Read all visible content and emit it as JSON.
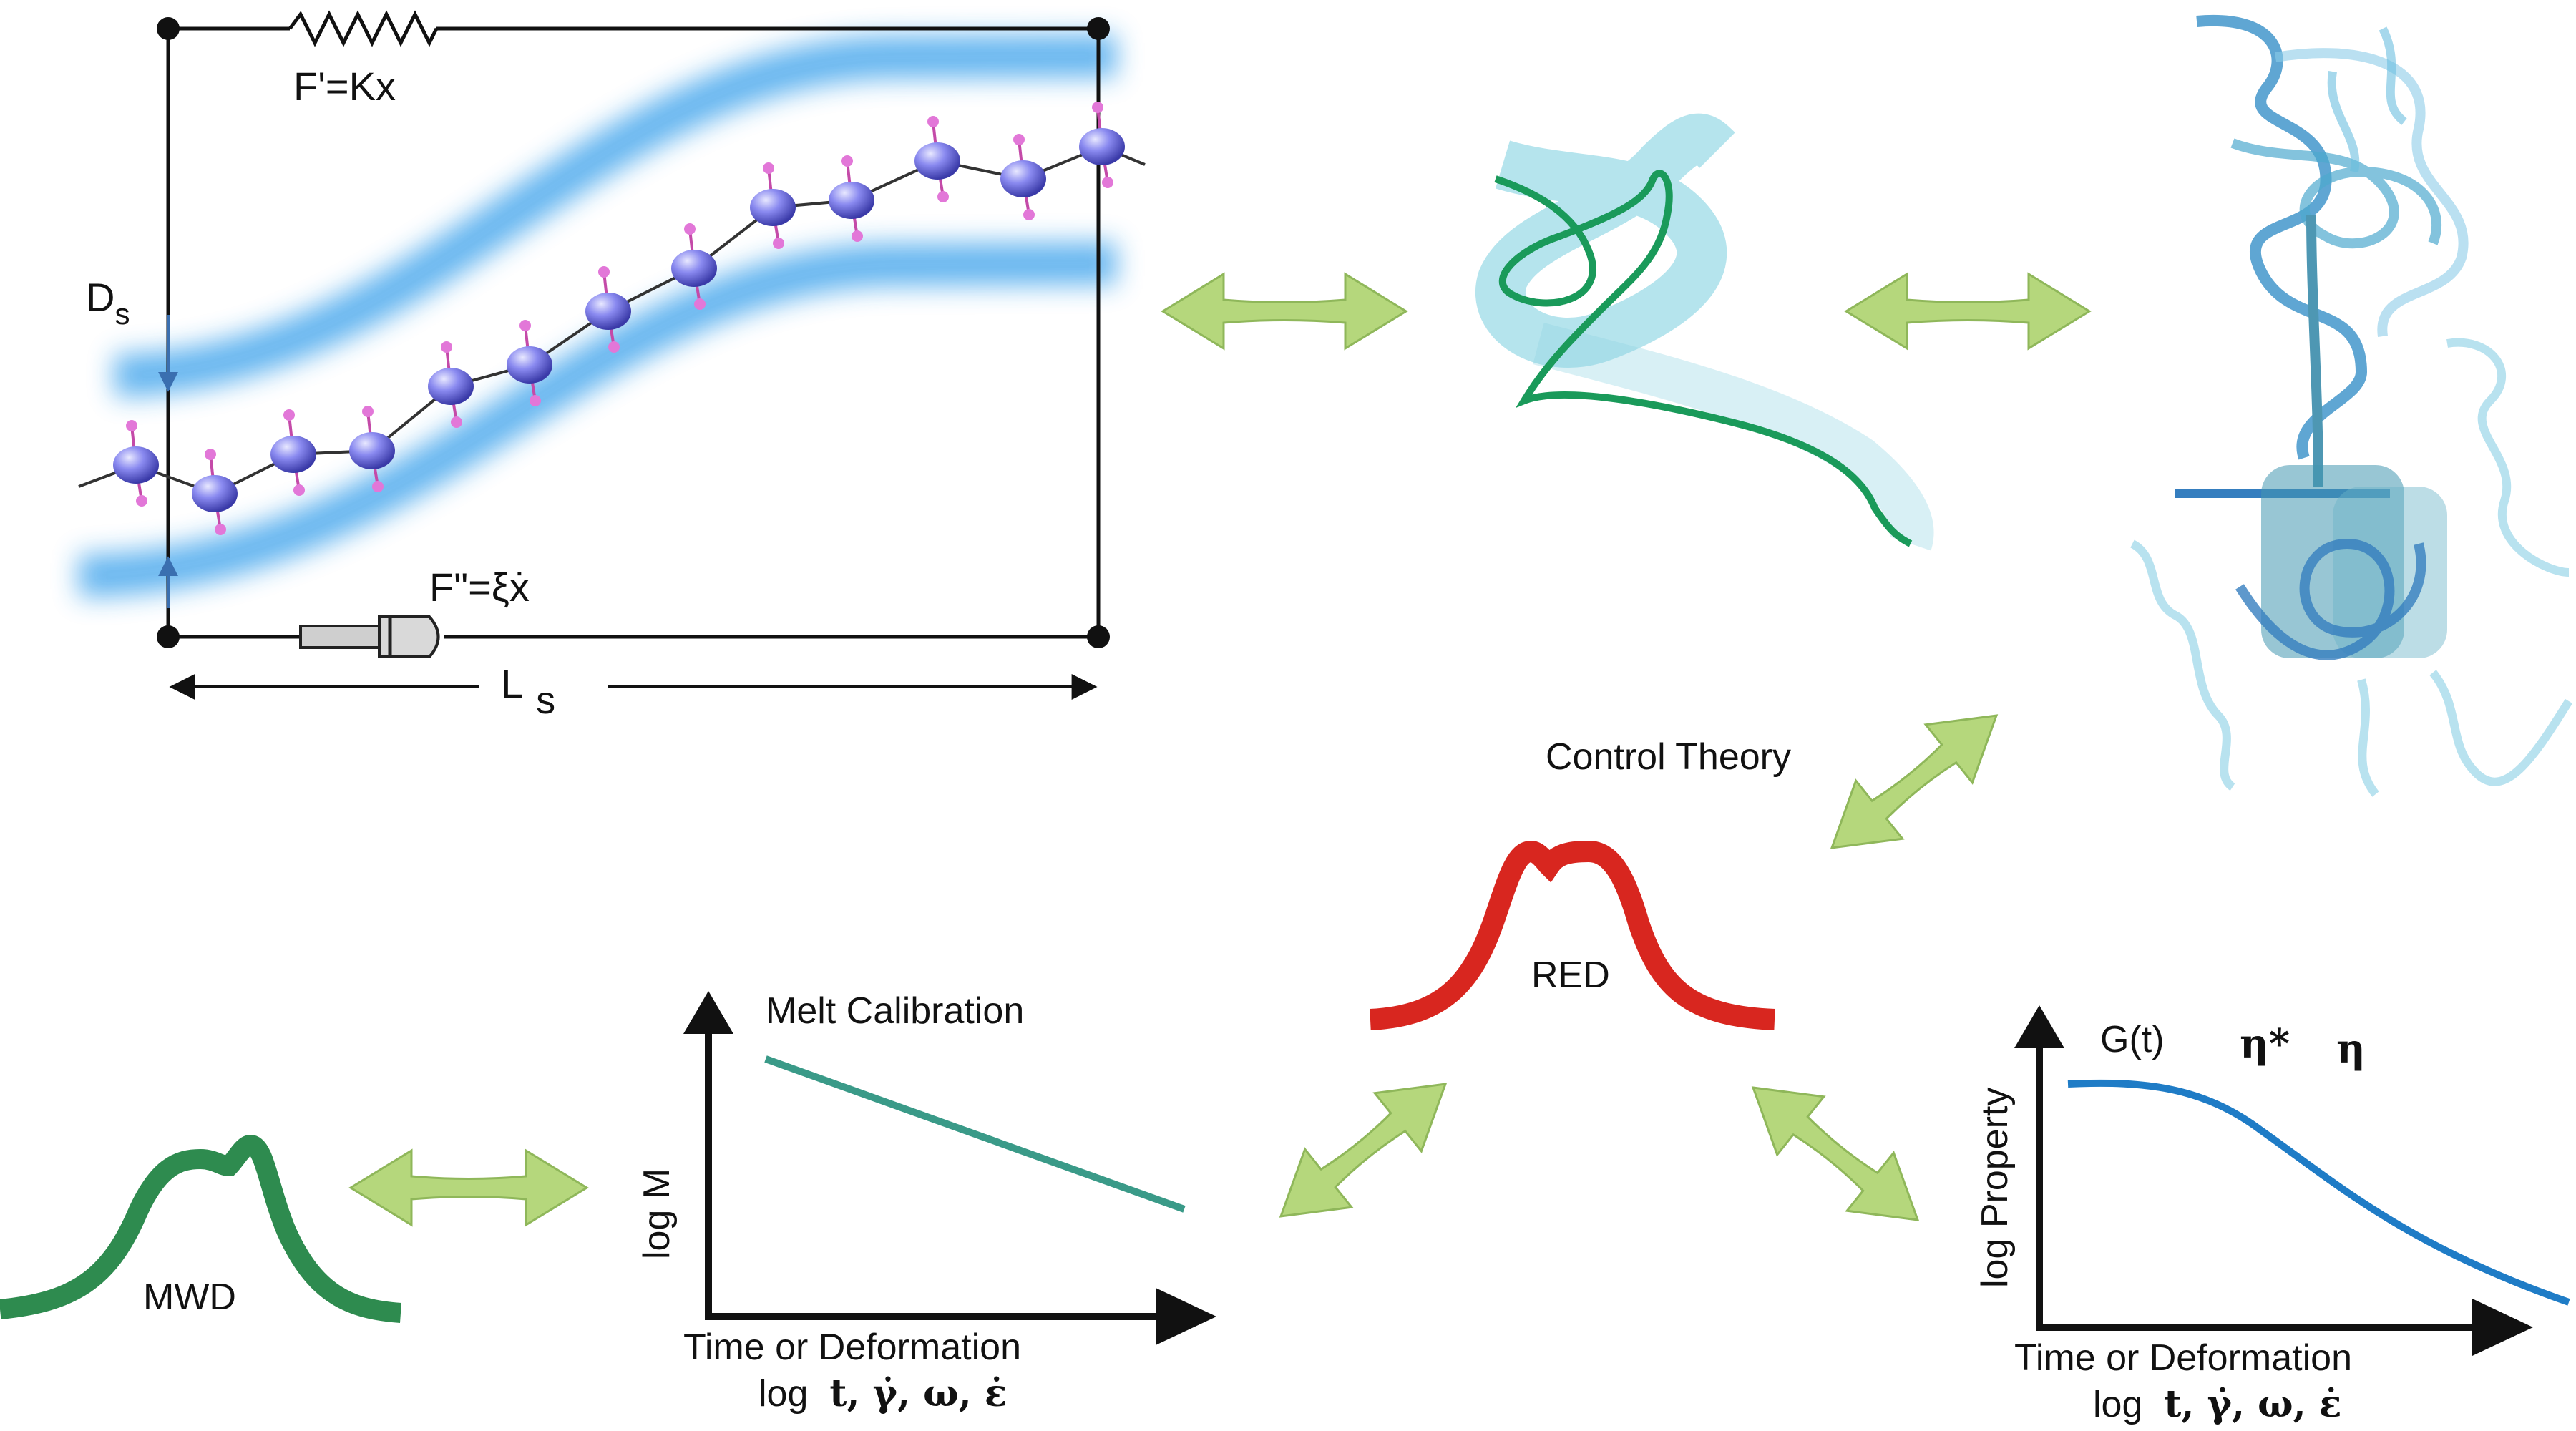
{
  "model_box": {
    "spring_label": "F'=Kx",
    "dashpot_label": "F\"=ξẋ",
    "tube_diameter_label": "D",
    "tube_diameter_sub": "s",
    "length_label": "L",
    "length_sub": "s"
  },
  "labels": {
    "control_theory": "Control Theory",
    "red": "RED",
    "mwd": "MWD"
  },
  "calibration_plot": {
    "title": "Melt Calibration",
    "ylabel": "log M",
    "xlabel_line1": "Time or Deformation",
    "xlabel_line2_prefix": "log",
    "xlabel_line2_vars": "t, γ̇, ω, ε̇"
  },
  "property_plot": {
    "legend_gt": "G(t)",
    "legend_eta_star": "η*",
    "legend_eta": "η",
    "ylabel": "log Property",
    "xlabel_line1": "Time or Deformation",
    "xlabel_line2_prefix": "log",
    "xlabel_line2_vars": "t, γ̇, ω, ε̇"
  },
  "colors": {
    "arrow_fill": "#b5d77c",
    "arrow_stroke": "#8fb75a",
    "tube_blue": "#4aa8e8",
    "bead": "#7b7be6",
    "red_curve": "#d8261f",
    "mwd_curve": "#2e8b4f",
    "calibration_line": "#3a9a88",
    "property_curve": "#1f7cc6",
    "chain_green": "#1a9a5a",
    "tube_teal": "#5cc3d8"
  },
  "icons": [
    "double-arrow-icon",
    "spring-icon",
    "dashpot-icon",
    "polymer-chain-icon",
    "reptation-tube-icon",
    "entangled-chains-icon"
  ]
}
